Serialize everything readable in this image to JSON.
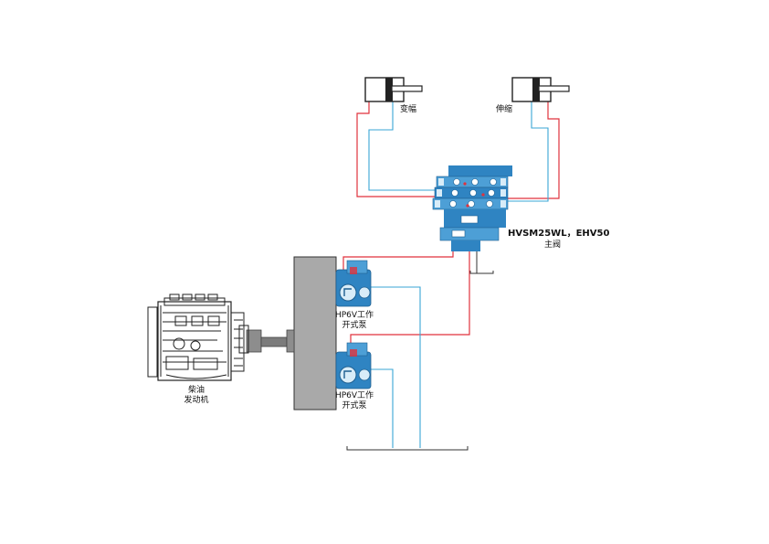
{
  "labels": {
    "cylinder_luff": "变幅",
    "cylinder_telescope": "伸缩",
    "main_valve_model": "HVSM25WL，EHV50",
    "main_valve_name": "主阀",
    "pump_top_line1": "HP6V工作",
    "pump_top_line2": "开式泵",
    "pump_bottom_line1": "HP6V工作",
    "pump_bottom_line2": "开式泵",
    "engine_line1": "柴油",
    "engine_line2": "发动机"
  },
  "colors": {
    "pressure_line": "#e0323c",
    "return_line": "#3aa6d6",
    "component_blue": "#2f84c2",
    "gearbox_gray": "#a9a9a9"
  }
}
